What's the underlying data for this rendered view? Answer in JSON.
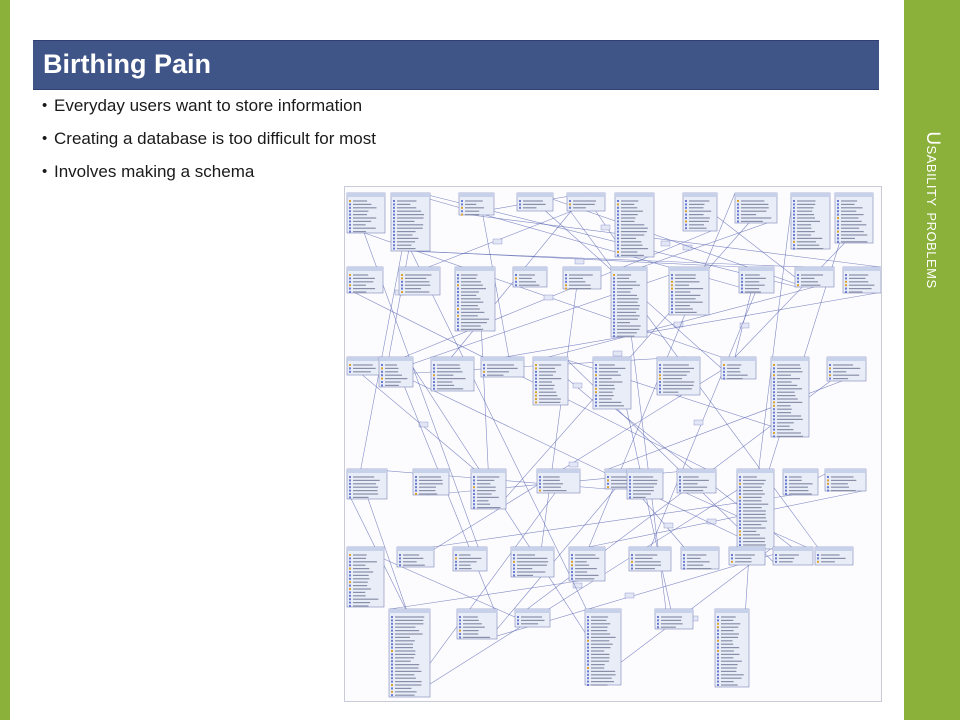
{
  "slide": {
    "title": "Birthing Pain",
    "side_title": "Usability problems",
    "bullets": [
      "Everyday users want to store information",
      "Creating a database is too difficult for most",
      "Involves making a schema"
    ]
  },
  "diagram": {
    "description_label": "database-schema-er-diagram",
    "table_color": "#e9edf8",
    "header_color": "#c8d1ea",
    "line_color": "#5a66b0",
    "label_color": "#e3e6f4"
  },
  "colors": {
    "accent_green": "#8bb13a",
    "banner_blue": "#3f5487"
  }
}
